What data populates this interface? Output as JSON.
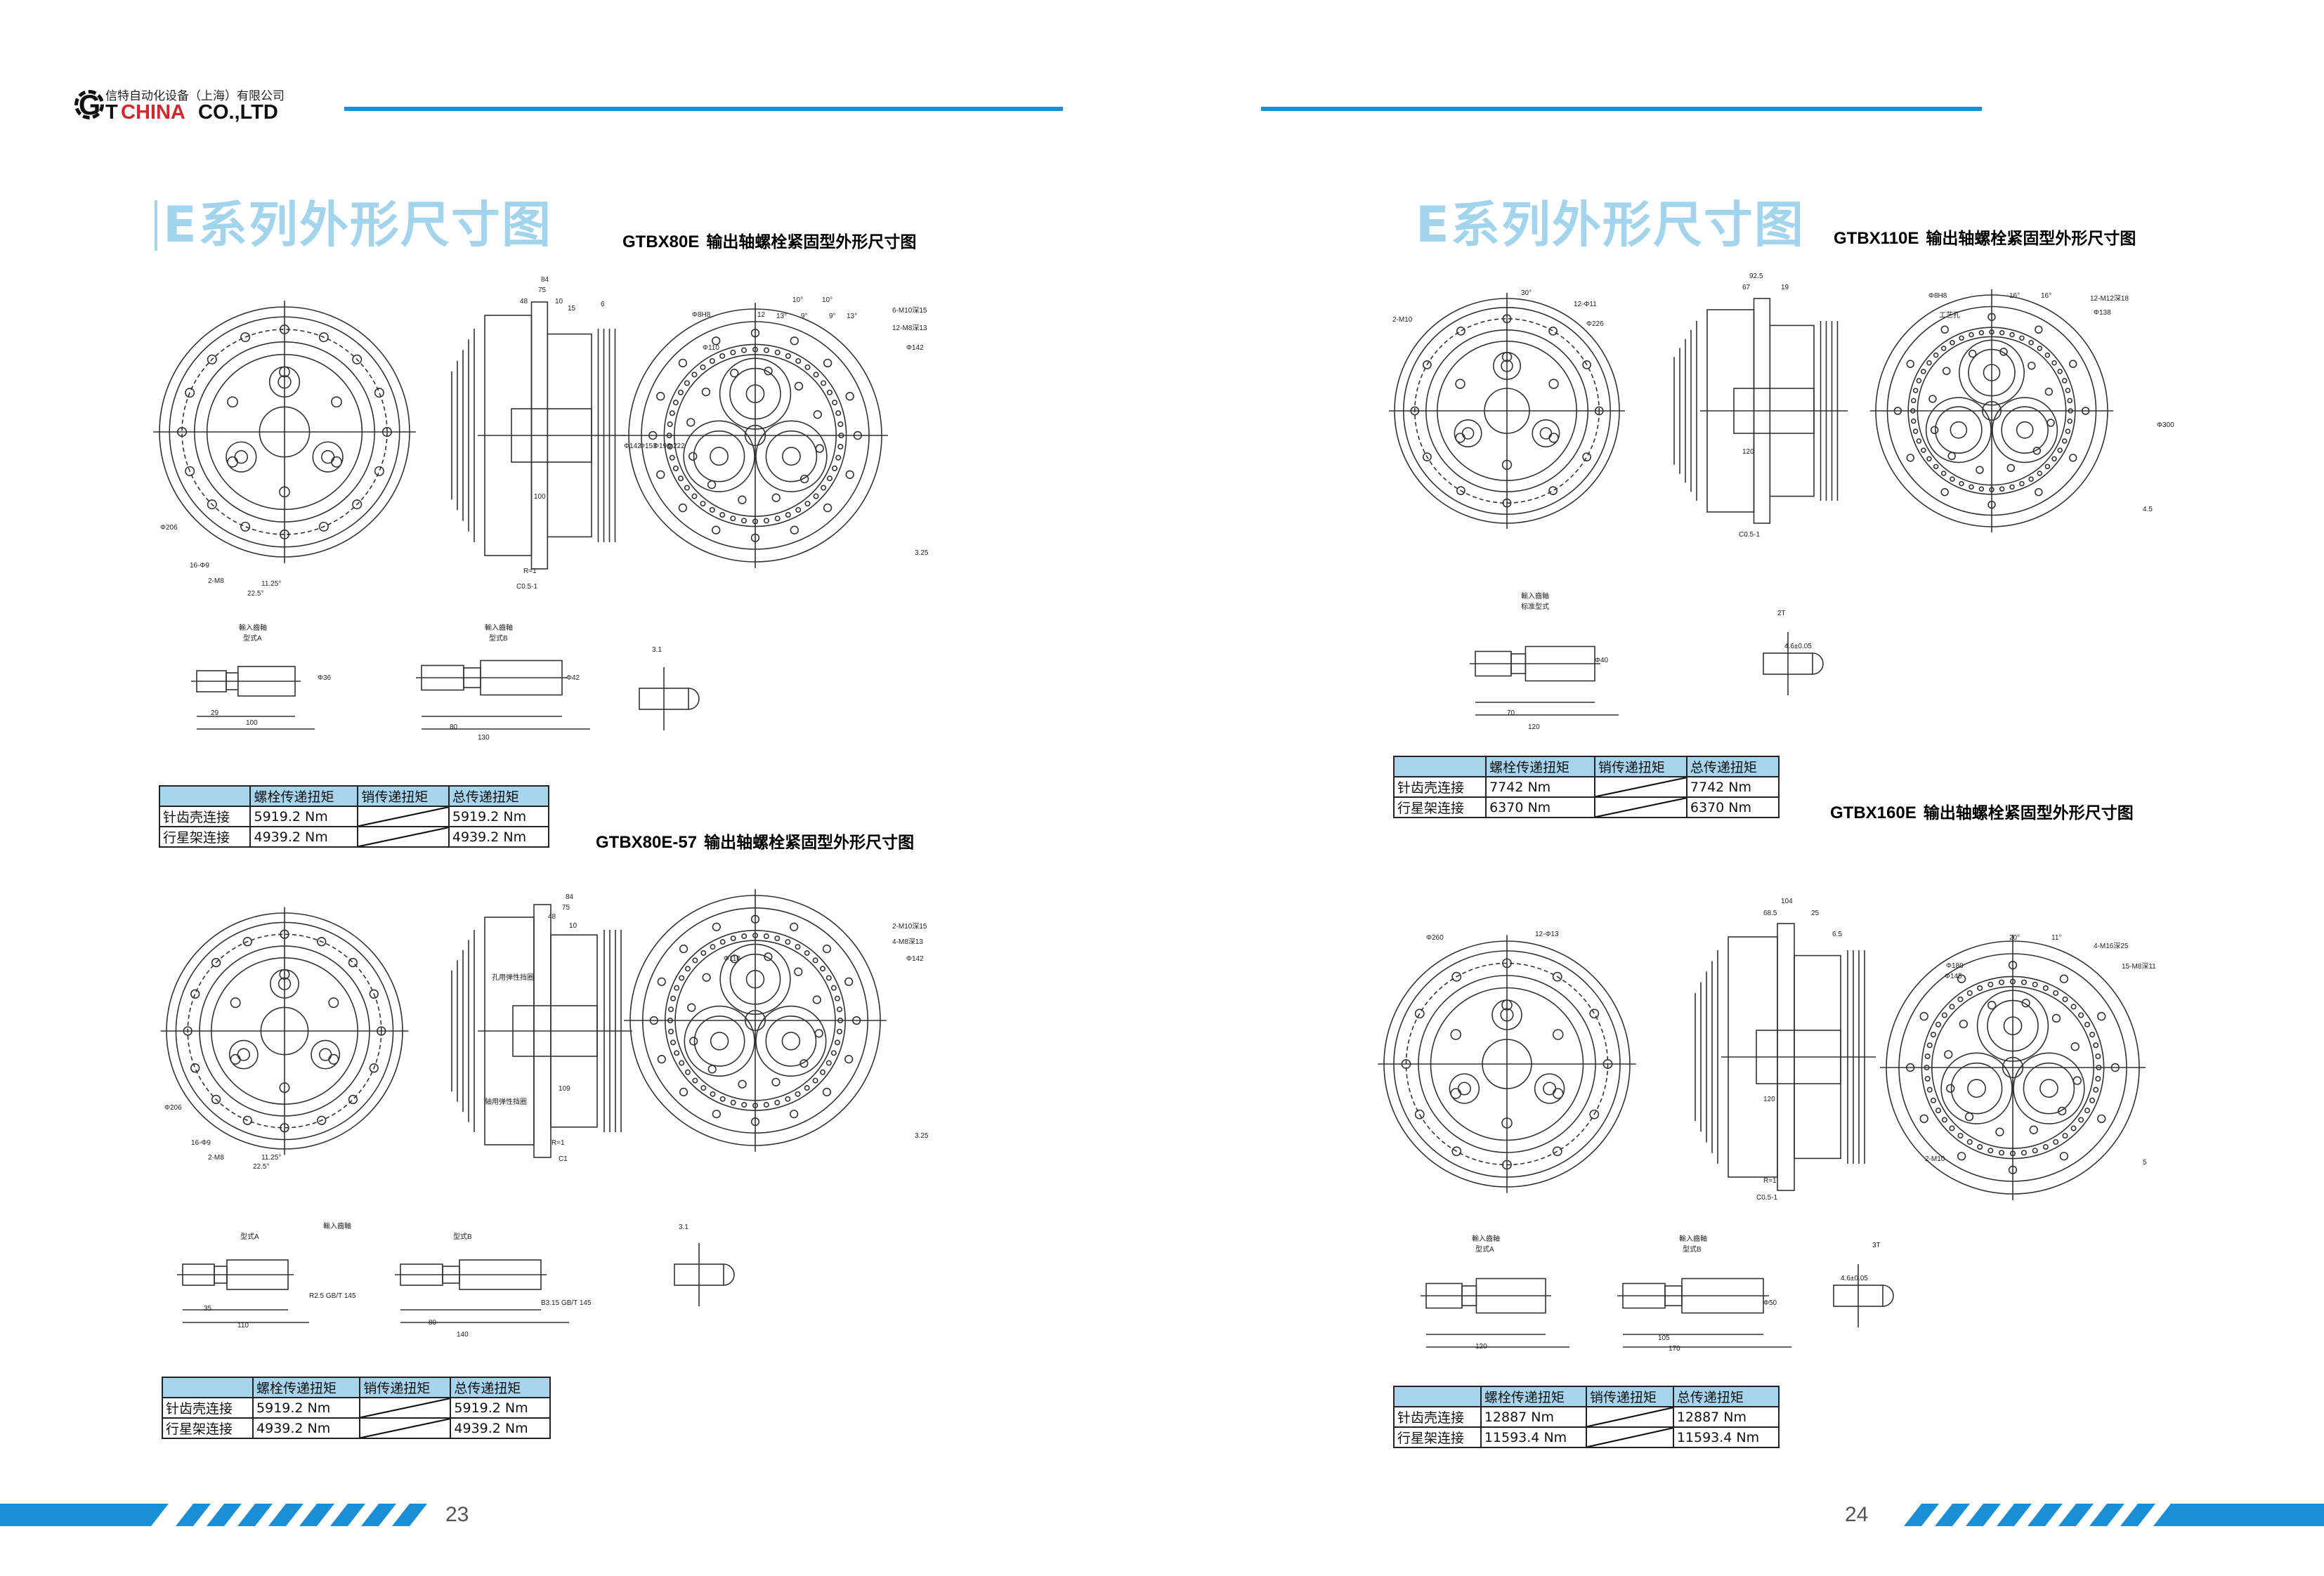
{
  "logo": {
    "company_cn": "信特自动化设备（上海）有限公司",
    "mark": "G",
    "en_t": "T",
    "en_china": "CHINA",
    "en_co": "CO.,LTD"
  },
  "colors": {
    "accent": "#1a8fd6",
    "title_light": "#a3d4ee",
    "table_header": "#a8d5ee",
    "logo_red": "#d6262e"
  },
  "left_page": {
    "title": "E系列外形尺寸图",
    "page_number": "23",
    "section1": {
      "model": "GTBX80E",
      "caption": "输出轴螺栓紧固型外形尺寸图",
      "dims": [
        "84",
        "75",
        "48",
        "10",
        "15",
        "6",
        "Φ206",
        "16-Φ9",
        "2-M8",
        "11.25°",
        "22.5°",
        "100",
        "R=1",
        "C0.5-1",
        "3.25",
        "Φ8H8",
        "12",
        "10°",
        "10°",
        "13°",
        "9°",
        "9°",
        "13°",
        "6-M10深15",
        "12-M8深13",
        "Φ110",
        "Φ142",
        "Φ142",
        "Φ153",
        "Φ190",
        "Φ222"
      ],
      "input_label": "輸入齒軸",
      "type_a": "型式A",
      "type_b": "型式B",
      "shaft_dims": [
        "100",
        "130",
        "80",
        "29",
        "Φ36",
        "Φ42",
        "3.1"
      ]
    },
    "table1": {
      "headers": [
        "",
        "螺栓传递扭矩",
        "销传递扭矩",
        "总传递扭矩"
      ],
      "rows": [
        [
          "针齿壳连接",
          "5919.2 Nm",
          "",
          "5919.2 Nm"
        ],
        [
          "行星架连接",
          "4939.2 Nm",
          "",
          "4939.2 Nm"
        ]
      ]
    },
    "section2": {
      "model": "GTBX80E",
      "suffix": "-57",
      "caption": "输出轴螺栓紧固型外形尺寸图",
      "dims": [
        "84",
        "75",
        "48",
        "10",
        "Φ206",
        "16-Φ9",
        "2-M8",
        "11.25°",
        "22.5°",
        "109",
        "R=1",
        "C1",
        "3.25",
        "2-M10深15",
        "4-M8深13",
        "Φ110",
        "Φ142",
        "孔用弹性挡圈",
        "轴用弹性挡圈"
      ],
      "input_label": "輸入齒軸",
      "type_a": "型式A",
      "type_b": "型式B",
      "shaft_dims": [
        "110",
        "140",
        "80",
        "35",
        "R2.5 GB/T 145",
        "B3.15 GB/T 145",
        "3.1"
      ]
    },
    "table2": {
      "headers": [
        "",
        "螺栓传递扭矩",
        "销传递扭矩",
        "总传递扭矩"
      ],
      "rows": [
        [
          "针齿壳连接",
          "5919.2 Nm",
          "",
          "5919.2 Nm"
        ],
        [
          "行星架连接",
          "4939.2 Nm",
          "",
          "4939.2 Nm"
        ]
      ]
    }
  },
  "right_page": {
    "title": "E系列外形尺寸图",
    "page_number": "24",
    "section1": {
      "model": "GTBX110E",
      "caption": "输出轴螺栓紧固型外形尺寸图",
      "dims": [
        "92.5",
        "67",
        "19",
        "2-M10",
        "30°",
        "12-Φ11",
        "Φ226",
        "120",
        "C0.5-1",
        "16°",
        "16°",
        "12-M12深18",
        "Φ138",
        "Φ300",
        "4.5",
        "Φ8H8",
        "工艺孔"
      ],
      "input_label": "輸入齒軸",
      "type_a": "标准型式",
      "shaft_dims": [
        "70",
        "120",
        "Φ40",
        "4.6±0.05",
        "2T"
      ]
    },
    "table1": {
      "headers": [
        "",
        "螺栓传递扭矩",
        "销传递扭矩",
        "总传递扭矩"
      ],
      "rows": [
        [
          "针齿壳连接",
          "7742 Nm",
          "",
          "7742 Nm"
        ],
        [
          "行星架连接",
          "6370 Nm",
          "",
          "6370 Nm"
        ]
      ]
    },
    "section2": {
      "model": "GTBX160E",
      "caption": "输出轴螺栓紧固型外形尺寸图",
      "dims": [
        "104",
        "68.5",
        "25",
        "6.5",
        "Φ260",
        "12-Φ13",
        "120",
        "R=1",
        "C0.5-1",
        "20°",
        "11°",
        "4-M16深25",
        "15-M8深11",
        "Φ180",
        "Φ145",
        "2-M10",
        "5"
      ],
      "input_label": "輸入齒軸",
      "type_a": "型式A",
      "type_b": "型式B",
      "shaft_dims": [
        "120",
        "105",
        "170",
        "4.6±0.05",
        "3T",
        "Φ50"
      ]
    },
    "table2": {
      "headers": [
        "",
        "螺栓传递扭矩",
        "销传递扭矩",
        "总传递扭矩"
      ],
      "rows": [
        [
          "针齿壳连接",
          "12887 Nm",
          "",
          "12887 Nm"
        ],
        [
          "行星架连接",
          "11593.4 Nm",
          "",
          "11593.4 Nm"
        ]
      ]
    }
  }
}
